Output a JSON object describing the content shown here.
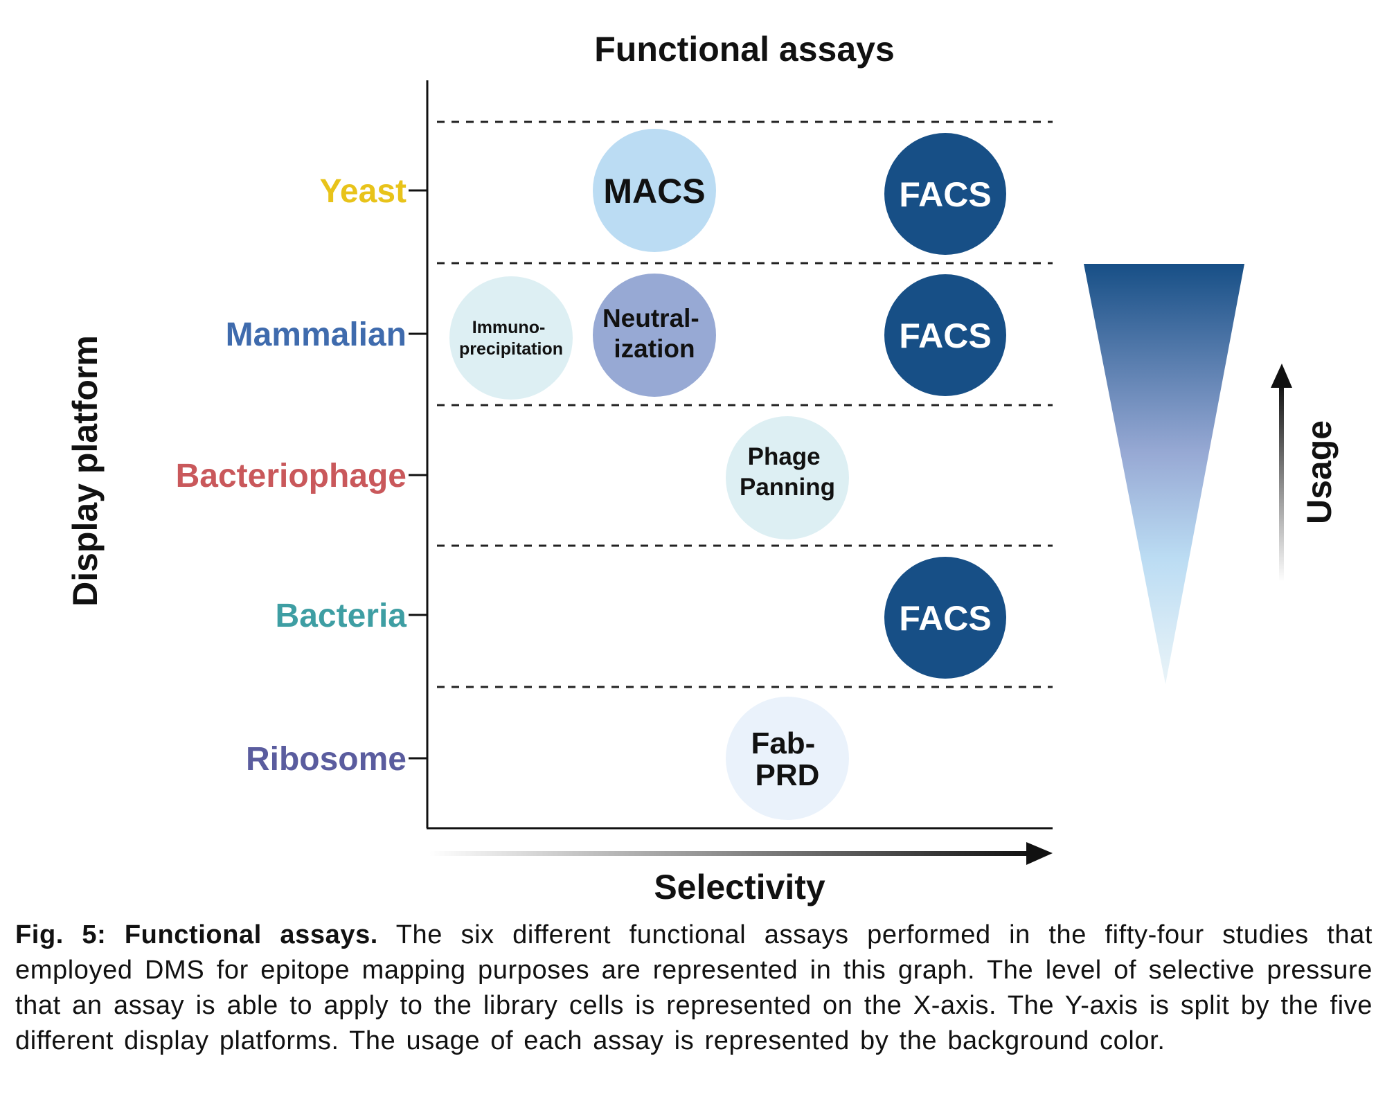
{
  "figure": {
    "title": "Functional assays",
    "x_axis_label": "Selectivity",
    "y_axis_label": "Display platform",
    "usage_label": "Usage",
    "platforms": [
      {
        "name": "Yeast",
        "color": "#E8C31A"
      },
      {
        "name": "Mammalian",
        "color": "#3F6BAD"
      },
      {
        "name": "Bacteriophage",
        "color": "#C9585B"
      },
      {
        "name": "Bacteria",
        "color": "#3E9EA3"
      },
      {
        "name": "Ribosome",
        "color": "#5A5C9E"
      }
    ],
    "assays": [
      {
        "platform": "Yeast",
        "lines": [
          "MACS"
        ],
        "fill": "#BBDCF3",
        "text_color": "#111111"
      },
      {
        "platform": "Yeast",
        "lines": [
          "FACS"
        ],
        "fill": "#174F86",
        "text_color": "#FFFFFF"
      },
      {
        "platform": "Mammalian",
        "lines": [
          "Immuno-",
          "precipitation"
        ],
        "fill": "#DDEFF3",
        "text_color": "#111111"
      },
      {
        "platform": "Mammalian",
        "lines": [
          "Neutral-",
          "ization"
        ],
        "fill": "#97A9D4",
        "text_color": "#111111"
      },
      {
        "platform": "Mammalian",
        "lines": [
          "FACS"
        ],
        "fill": "#174F86",
        "text_color": "#FFFFFF"
      },
      {
        "platform": "Bacteriophage",
        "lines": [
          "Phage",
          "Panning"
        ],
        "fill": "#DDEFF3",
        "text_color": "#111111"
      },
      {
        "platform": "Bacteria",
        "lines": [
          "FACS"
        ],
        "fill": "#174F86",
        "text_color": "#FFFFFF"
      },
      {
        "platform": "Ribosome",
        "lines": [
          "Fab-",
          "PRD"
        ],
        "fill": "#EAF2FB",
        "text_color": "#111111"
      }
    ],
    "usage_gradient": [
      "#174F86",
      "#97A9D4",
      "#BBDCF3",
      "#EAF4F8"
    ]
  },
  "caption": {
    "label": "Fig. 5: Functional assays.",
    "text": " The six different functional assays performed in the fifty-four studies that employed DMS for epitope mapping purposes are represented in this graph. The level of selective pressure that an assay is able to apply to the library cells is represented on the X-axis. The Y-axis is split by the five different display platforms. The usage of each assay is represented by the background color."
  }
}
